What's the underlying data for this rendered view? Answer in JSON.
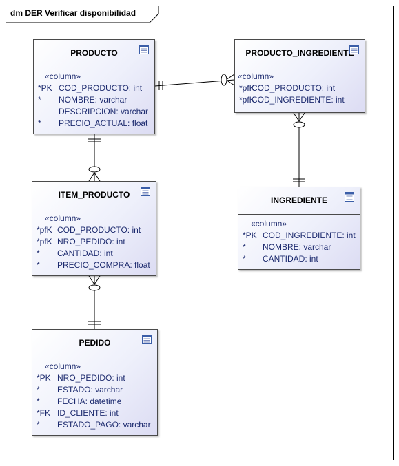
{
  "diagram": {
    "title": "dm DER Verificar disponibilidad",
    "stereotype": "«column»",
    "entities": [
      {
        "id": "producto",
        "name": "PRODUCTO",
        "columns": [
          {
            "prefix": "*PK",
            "text": "COD_PRODUCTO: int"
          },
          {
            "prefix": "*",
            "text": "NOMBRE: varchar"
          },
          {
            "prefix": "",
            "text": "DESCRIPCION: varchar"
          },
          {
            "prefix": "*",
            "text": "PRECIO_ACTUAL: float"
          }
        ]
      },
      {
        "id": "producto-ingrediente",
        "name": "PRODUCTO_INGREDIENTE",
        "columns": [
          {
            "prefix": "*pfK",
            "text": "COD_PRODUCTO: int"
          },
          {
            "prefix": "*pfK",
            "text": "COD_INGREDIENTE: int"
          }
        ]
      },
      {
        "id": "item-producto",
        "name": "ITEM_PRODUCTO",
        "columns": [
          {
            "prefix": "*pfK",
            "text": "COD_PRODUCTO: int"
          },
          {
            "prefix": "*pfK",
            "text": "NRO_PEDIDO: int"
          },
          {
            "prefix": "*",
            "text": "CANTIDAD: int"
          },
          {
            "prefix": "*",
            "text": "PRECIO_COMPRA: float"
          }
        ]
      },
      {
        "id": "ingrediente",
        "name": "INGREDIENTE",
        "columns": [
          {
            "prefix": "*PK",
            "text": "COD_INGREDIENTE: int"
          },
          {
            "prefix": "*",
            "text": "NOMBRE: varchar"
          },
          {
            "prefix": "*",
            "text": "CANTIDAD: int"
          }
        ]
      },
      {
        "id": "pedido",
        "name": "PEDIDO",
        "columns": [
          {
            "prefix": "*PK",
            "text": "NRO_PEDIDO: int"
          },
          {
            "prefix": "*",
            "text": "ESTADO: varchar"
          },
          {
            "prefix": "*",
            "text": "FECHA: datetime"
          },
          {
            "prefix": "*FK",
            "text": "ID_CLIENTE: int"
          },
          {
            "prefix": "*",
            "text": "ESTADO_PAGO: varchar"
          }
        ]
      }
    ],
    "relationships": [
      {
        "from": "producto",
        "from_end": "one-and-only-one",
        "to": "producto-ingrediente",
        "to_end": "zero-or-many"
      },
      {
        "from": "ingrediente",
        "from_end": "one-and-only-one",
        "to": "producto-ingrediente",
        "to_end": "zero-or-many"
      },
      {
        "from": "producto",
        "from_end": "one-and-only-one",
        "to": "item-producto",
        "to_end": "zero-or-many"
      },
      {
        "from": "pedido",
        "from_end": "one-and-only-one",
        "to": "item-producto",
        "to_end": "zero-or-many"
      }
    ],
    "colors": {
      "entity_fill_light": "#ffffff",
      "entity_fill_dark": "#dcdcf3",
      "column_text": "#1c2a6e",
      "icon_blue": "#3b5ea8"
    },
    "icons": {
      "table": "table-icon"
    }
  }
}
